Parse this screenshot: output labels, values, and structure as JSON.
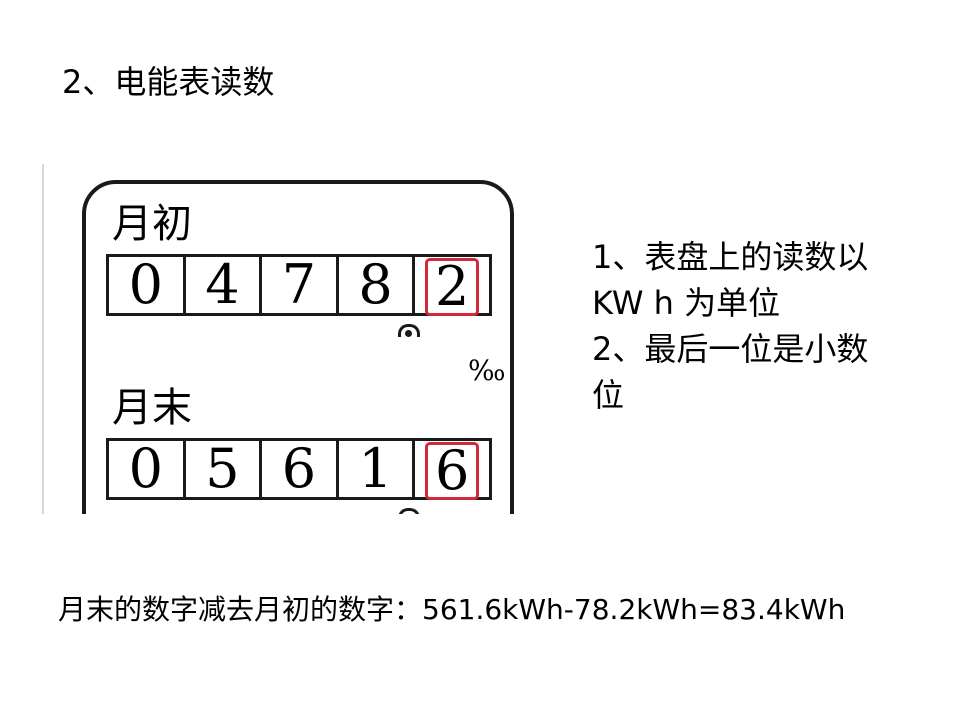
{
  "title": "2、电能表读数",
  "meter": {
    "start_label": "月初",
    "start_digits": [
      "0",
      "4",
      "7",
      "8",
      "2"
    ],
    "end_label": "月末",
    "end_digits": [
      "0",
      "5",
      "6",
      "1",
      "6"
    ],
    "unit_mark": "‰",
    "decimal_frame_color": "#d3273a"
  },
  "notes": [
    "1、表盘上的读数以",
    "KW  h 为单位",
    "2、最后一位是小数",
    "位"
  ],
  "formula": "月末的数字减去月初的数字：561.6kWh-78.2kWh=83.4kWh"
}
